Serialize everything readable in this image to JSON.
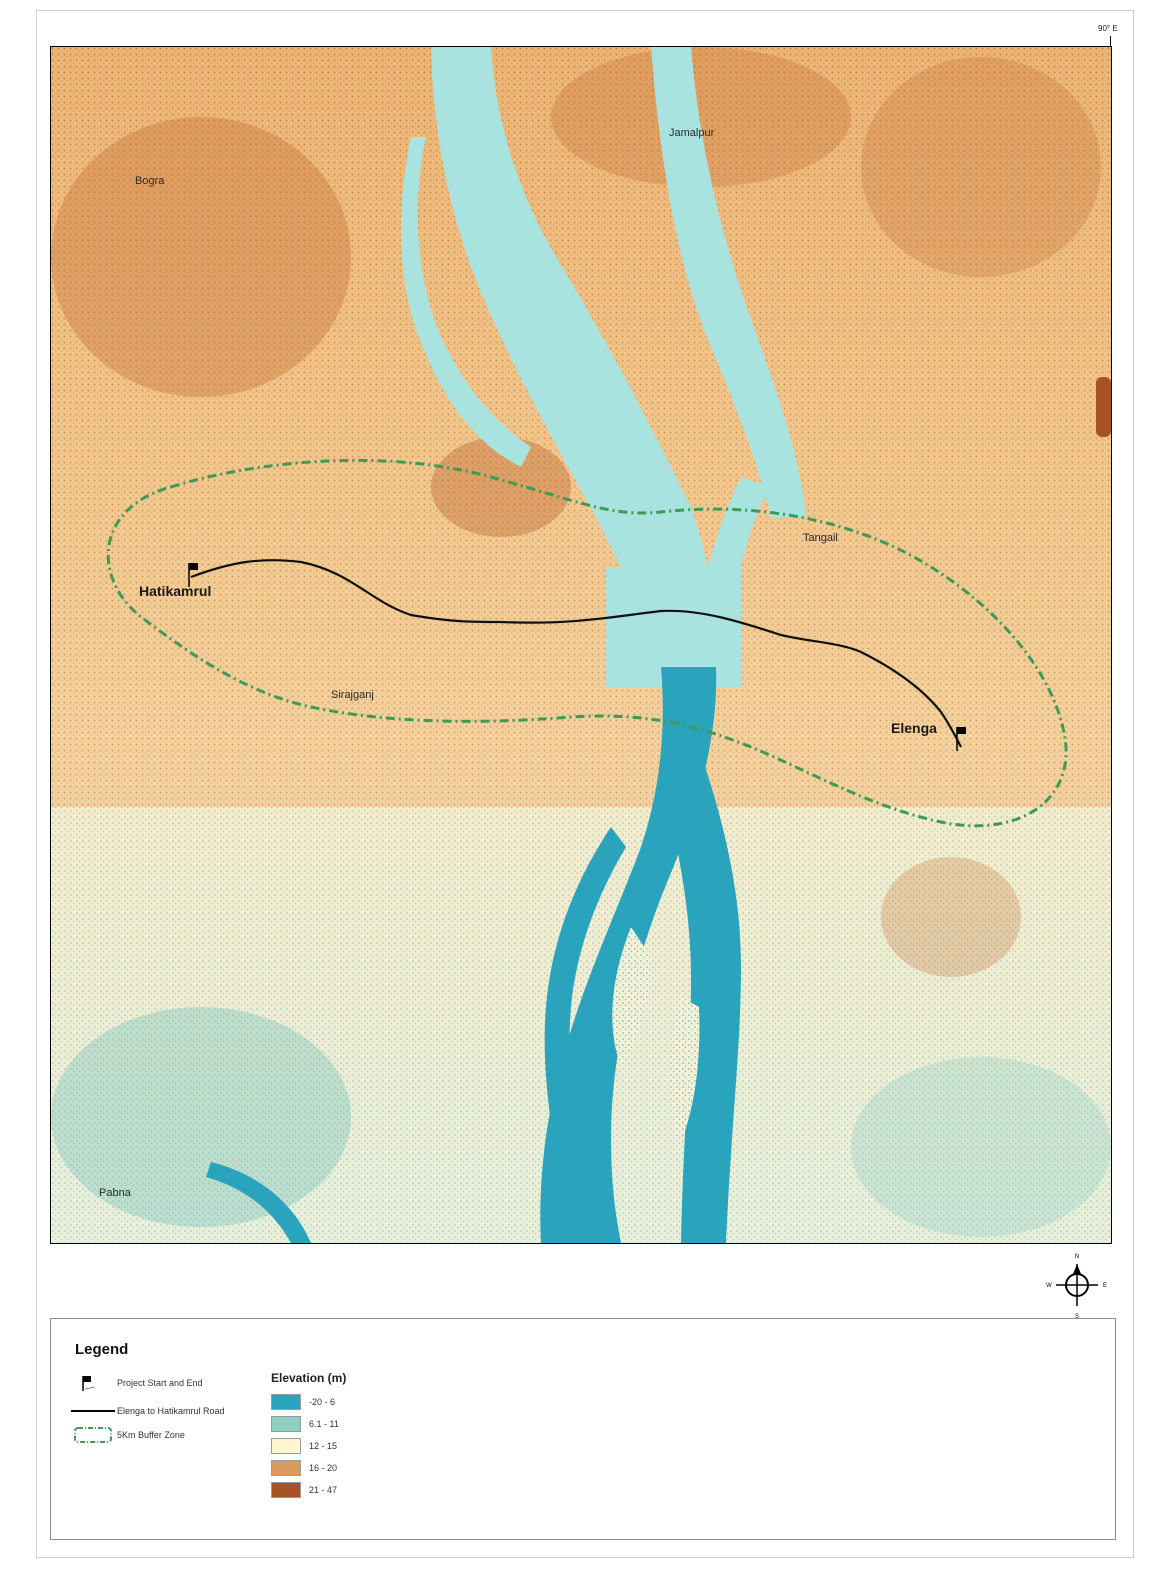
{
  "map": {
    "labels": {
      "bogra": "Bogra",
      "jamalpur": "Jamalpur",
      "tangail": "Tangail",
      "sirajganj": "Sirajganj",
      "pabna": "Pabna",
      "hatikamrul": "Hatikamrul",
      "elenga": "Elenga"
    },
    "longitude_tick": "90° E"
  },
  "north_arrow": {
    "n": "N",
    "s": "S",
    "e": "E",
    "w": "W"
  },
  "legend": {
    "title": "Legend",
    "items": [
      {
        "label": "Project Start and End",
        "icon": "flag-icon"
      },
      {
        "label": "Elenga to Hatikamrul Road",
        "icon": "road-line"
      },
      {
        "label": "5Km Buffer Zone",
        "icon": "dashed-buffer"
      }
    ],
    "elevation": {
      "title": "Elevation (m)",
      "classes": [
        {
          "label": "-20 - 6",
          "color": "#2aa3bd"
        },
        {
          "label": "6.1 - 11",
          "color": "#8fcfc4"
        },
        {
          "label": "12 - 15",
          "color": "#fff7cf"
        },
        {
          "label": "16 - 20",
          "color": "#d99a5c"
        },
        {
          "label": "21 - 47",
          "color": "#a65224"
        }
      ]
    }
  }
}
